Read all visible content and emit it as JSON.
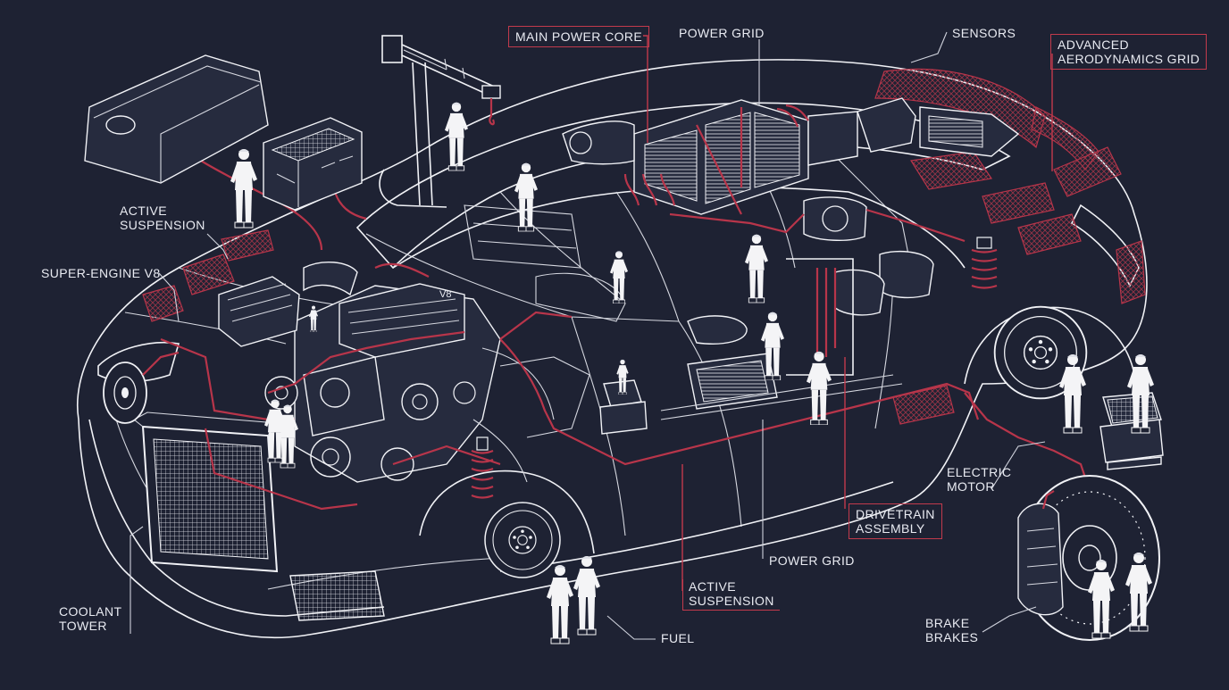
{
  "labels": {
    "main_power_core": "MAIN POWER CORE",
    "power_grid_top": "POWER GRID",
    "sensors": "SENSORS",
    "aero_line1": "ADVANCED",
    "aero_line2": "AERODYNAMICS GRID",
    "active_suspension_1_line1": "ACTIVE",
    "active_suspension_1_line2": "SUSPENSION",
    "super_engine": "SUPER-ENGINE V8",
    "electric_motor_line1": "ELECTRIC",
    "electric_motor_line2": "MOTOR",
    "drivetrain_line1": "DRIVETRAIN",
    "drivetrain_line2": "ASSEMBLY",
    "power_grid_bottom": "POWER GRID",
    "active_suspension_2_line1": "ACTIVE",
    "active_suspension_2_line2": "SUSPENSION",
    "coolant_line1": "COOLANT",
    "coolant_line2": "TOWER",
    "fuel": "FUEL",
    "brake_line1": "BRAKE",
    "brake_line2": "BRAKES",
    "engine_stamp": "V8"
  },
  "colors": {
    "background": "#1e2233",
    "line_art": "#f1f2f6",
    "accent_red": "#b8354a"
  }
}
